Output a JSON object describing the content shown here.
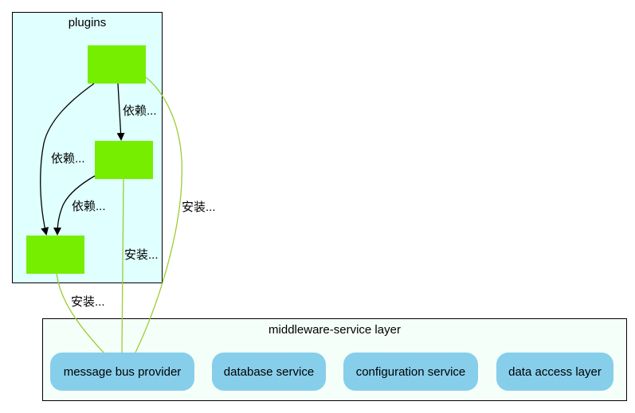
{
  "plugins": {
    "title": "plugins"
  },
  "layer": {
    "title": "middleware-service layer",
    "services": [
      {
        "label": "message bus provider"
      },
      {
        "label": "database service"
      },
      {
        "label": "configuration service"
      },
      {
        "label": "data access layer"
      }
    ]
  },
  "edges": {
    "depends_label": "依赖...",
    "install_label": "安装..."
  },
  "colors": {
    "plugin_fill": "#76ee00",
    "service_fill": "#87ceeb",
    "plugins_bg": "#e0ffff",
    "layer_bg": "#f5fffa",
    "install_edge": "#9acd32",
    "depends_edge": "#000000"
  }
}
